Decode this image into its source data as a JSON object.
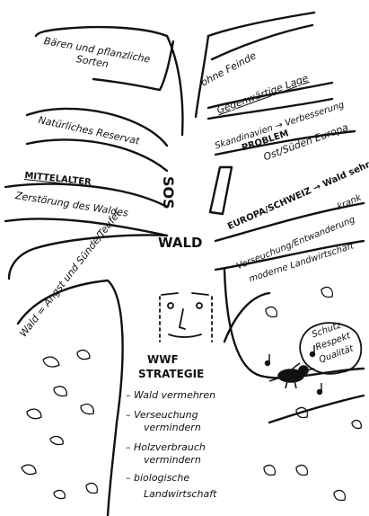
{
  "branches": {
    "baeren": [
      "Bären und pflanzliche",
      "Sorten"
    ],
    "feinde": "ohne Feinde",
    "reservat": "Natürliches Reservat",
    "gegen": "Gegenwärtige Lage",
    "skandi": "Skandinavien → Verbesserung",
    "problem": "PROBLEM",
    "ost": "Ost/Süden Europa",
    "mittelalter_title": "MITTELALTER",
    "zerstoerung": "Zerstörung des Waldes",
    "europa": "EUROPA/SCHWEIZ → Wald sehr",
    "krank": "krank",
    "verseuchung": "Verseuchung/Entwanderung",
    "landwirt": "moderne Landwirtschaft",
    "angst": "Wald = Angst und Sünde/Teufel"
  },
  "trunk": {
    "sos": "SOS",
    "wald": "WALD"
  },
  "strategy": {
    "title1": "WWF",
    "title2": "STRATEGIE",
    "items": [
      [
        "– Wald vermehren"
      ],
      [
        "– Verseuchung",
        "vermindern"
      ],
      [
        "– Holzverbrauch",
        "vermindern"
      ],
      [
        "– biologische",
        "Landwirtschaft"
      ]
    ]
  },
  "bubble": [
    "Schutz",
    "Respekt",
    "Qualität"
  ],
  "colors": {
    "ink": "#111111",
    "paper": "#ffffff"
  },
  "icons": [
    "face-icon",
    "bird-icon",
    "music-notes-icon",
    "leaf-icon"
  ]
}
